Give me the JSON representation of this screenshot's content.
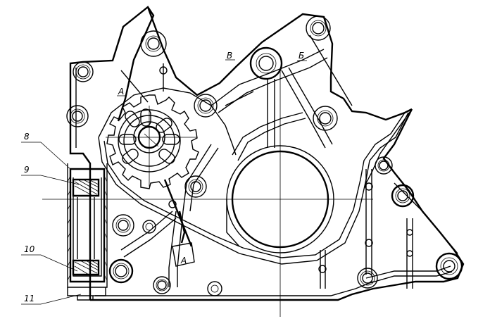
{
  "labels": {
    "section_a_top": "A",
    "view_b": "B",
    "view_b_alt": "Б",
    "section_a_bottom": "A"
  },
  "callouts": [
    {
      "text": "8"
    },
    {
      "text": "9"
    },
    {
      "text": "10"
    },
    {
      "text": "11"
    }
  ]
}
